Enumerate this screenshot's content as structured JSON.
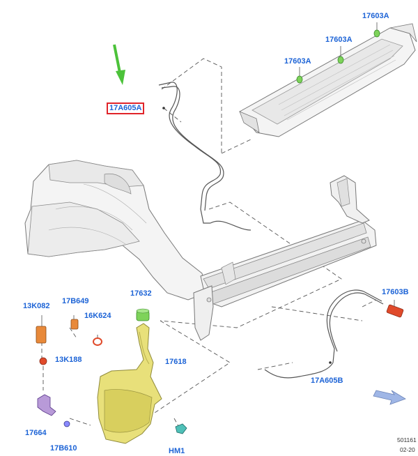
{
  "labels": {
    "cowl_clip_1": "17603A",
    "cowl_clip_2": "17603A",
    "cowl_clip_3": "17603A",
    "hose_upper": "17A605A",
    "hose_lower": "17A605B",
    "nozzle": "17603B",
    "pump_connector": "13K082",
    "grommet": "17B649",
    "level_sensor": "16K624",
    "pump_seal": "13K188",
    "filler_cap": "17632",
    "filler_neck": "17618",
    "washer_pump": "17664",
    "pump_grommet": "17B610",
    "nut": "HM1"
  },
  "reference": {
    "code": "501161",
    "date": "02-20"
  },
  "colors": {
    "label_blue": "#1c63d6",
    "highlight_red": "#e0242a",
    "indicator_green": "#4cc23a",
    "reservoir_yellow": "#e8e07a",
    "nozzle_red": "#e04a2a",
    "pump_purple": "#b89ad8",
    "connector_orange": "#e8893a",
    "clip_green": "#7ed35a",
    "nut_teal": "#4fc0b8",
    "view_arrow": "#9fb6e6"
  }
}
